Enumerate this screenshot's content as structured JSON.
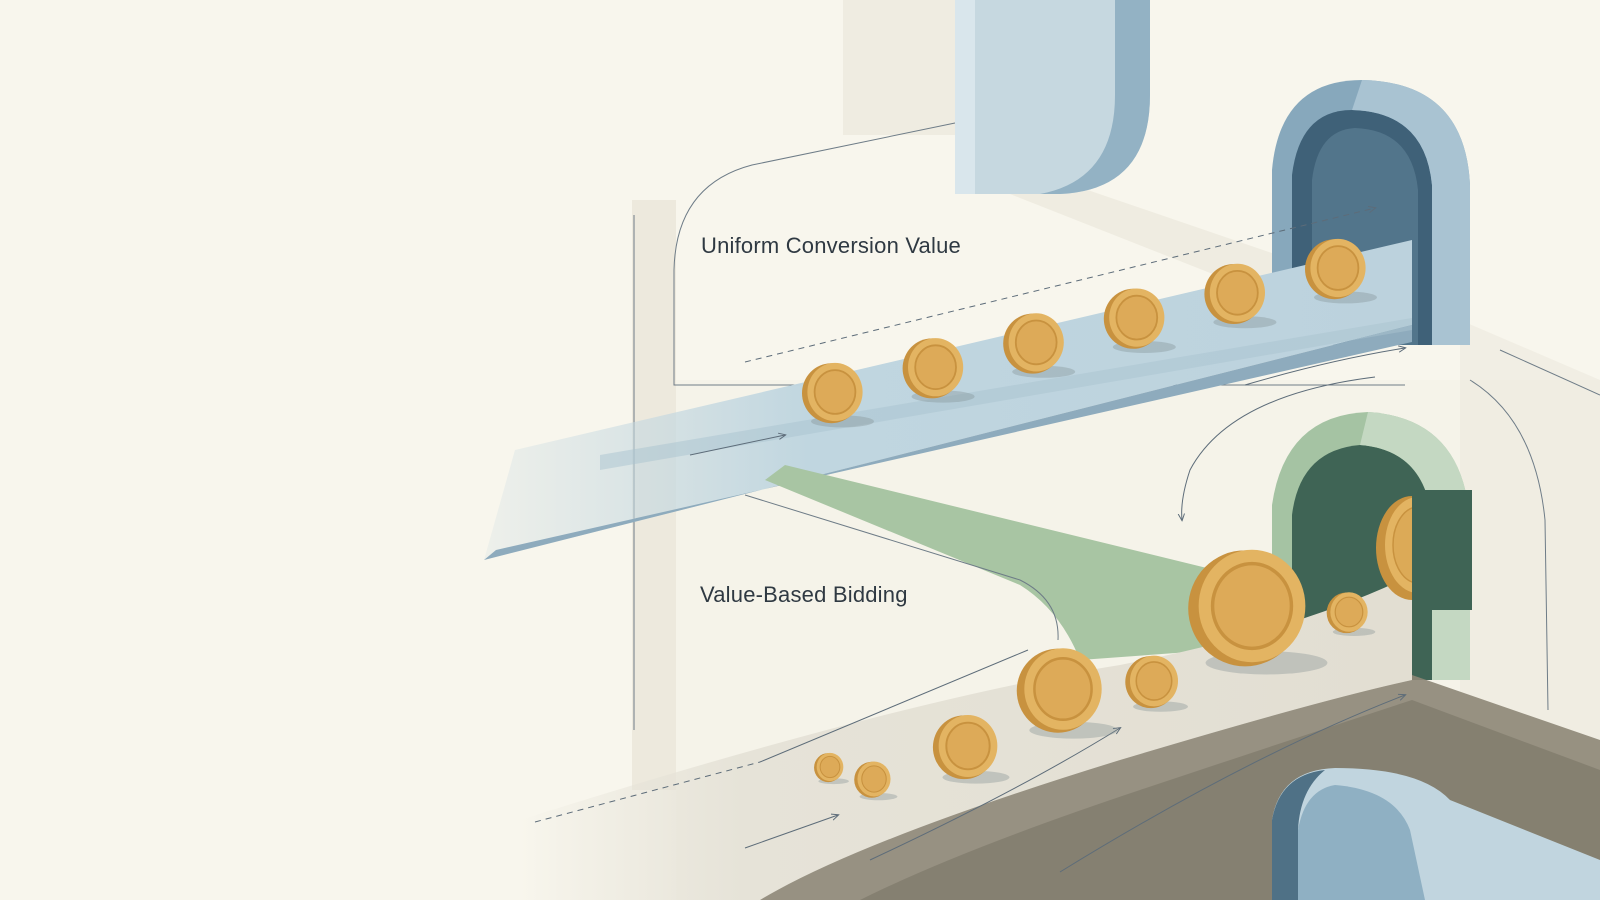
{
  "lanes": {
    "uniform": {
      "label": "Uniform Conversion Value",
      "coin_sizes": [
        1,
        1,
        1,
        1,
        1,
        1
      ]
    },
    "value_based": {
      "label": "Value-Based Bidding",
      "coin_sizes": [
        0.5,
        0.62,
        1.1,
        1.45,
        0.9,
        2.0,
        0.7
      ]
    }
  },
  "colors": {
    "background": "#f8f6ed",
    "blue_track": "#bdd3de",
    "blue_track_side": "#88a8bb",
    "blue_portal": "#8fb0c3",
    "green_portal": "#a9c7a8",
    "green_path": "#a7c4a2",
    "coin_face": "#e3b462",
    "coin_edge": "#c8923f",
    "line": "#5d6c79"
  }
}
